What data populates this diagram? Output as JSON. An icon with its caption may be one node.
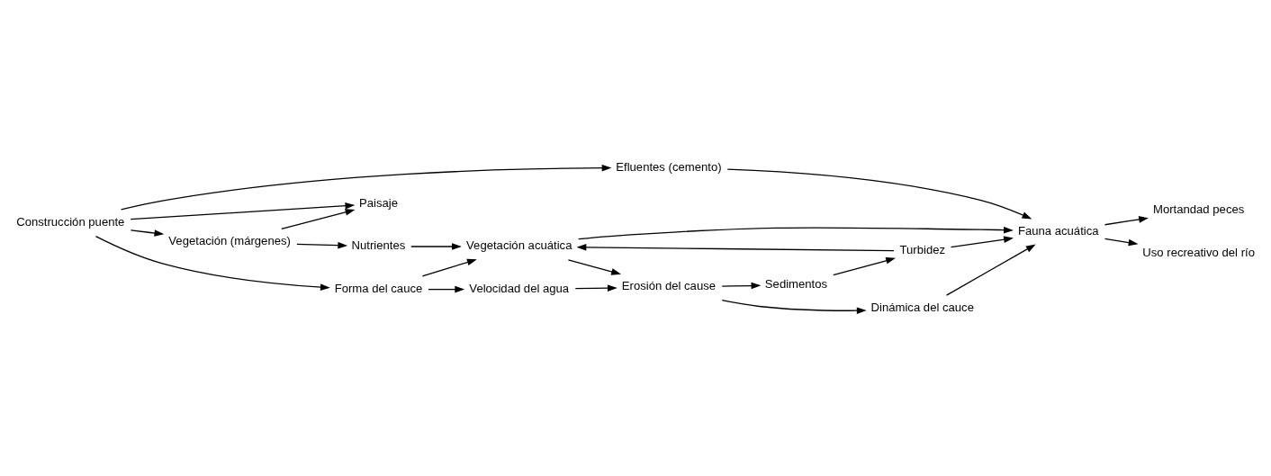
{
  "diagram": {
    "nodes": [
      {
        "text": [
          "Construcción puente"
        ]
      },
      {
        "text": [
          "Vegetación (márgenes)"
        ]
      },
      {
        "text": [
          "Efluentes (cemento)"
        ]
      },
      {
        "text": [
          "Forma del cauce"
        ]
      },
      {
        "text": [
          "Paisaje"
        ]
      },
      {
        "text": [
          "Nutrientes"
        ]
      },
      {
        "text": [
          "Vegetación acuática"
        ]
      },
      {
        "text": [
          "Velocidad del agua"
        ]
      },
      {
        "text": [
          "Fauna acuática"
        ]
      },
      {
        "text": [
          "Erosión del cause"
        ]
      },
      {
        "text": [
          "Turbidez"
        ]
      },
      {
        "text": [
          "Mortandad peces"
        ]
      },
      {
        "text": [
          "Uso recreativo del río"
        ]
      },
      {
        "text": [
          "Dinámica del cauce"
        ]
      },
      {
        "text": [
          "Sedimentos"
        ]
      }
    ],
    "edges": [
      {
        "from": 0,
        "to": 1,
        "arrow": "to"
      },
      {
        "from": 0,
        "to": 2,
        "arrow": "to"
      },
      {
        "from": 0,
        "to": 3,
        "arrow": "to"
      },
      {
        "from": 0,
        "to": 4,
        "arrow": "to"
      },
      {
        "from": 1,
        "to": 5,
        "arrow": "to"
      },
      {
        "from": 1,
        "to": 4,
        "arrow": "to"
      },
      {
        "from": 2,
        "to": 8,
        "arrow": "to"
      },
      {
        "from": 5,
        "to": 6,
        "arrow": "to"
      },
      {
        "from": 3,
        "to": 6,
        "arrow": "to"
      },
      {
        "from": 3,
        "to": 7,
        "arrow": "to"
      },
      {
        "from": 6,
        "to": 8,
        "arrow": "to"
      },
      {
        "from": 6,
        "to": 9,
        "arrow": "to"
      },
      {
        "from": 7,
        "to": 9,
        "arrow": "to"
      },
      {
        "from": 10,
        "to": 8,
        "arrow": "to"
      },
      {
        "from": 10,
        "to": 6,
        "arrow": "to"
      },
      {
        "from": 9,
        "to": 13,
        "arrow": "to"
      },
      {
        "from": 9,
        "to": 14,
        "arrow": "to"
      },
      {
        "from": 13,
        "to": 8,
        "arrow": "to"
      },
      {
        "from": 14,
        "to": 10,
        "arrow": "to"
      },
      {
        "from": 8,
        "to": 11,
        "arrow": "to"
      },
      {
        "from": 8,
        "to": 12,
        "arrow": "to"
      }
    ]
  }
}
